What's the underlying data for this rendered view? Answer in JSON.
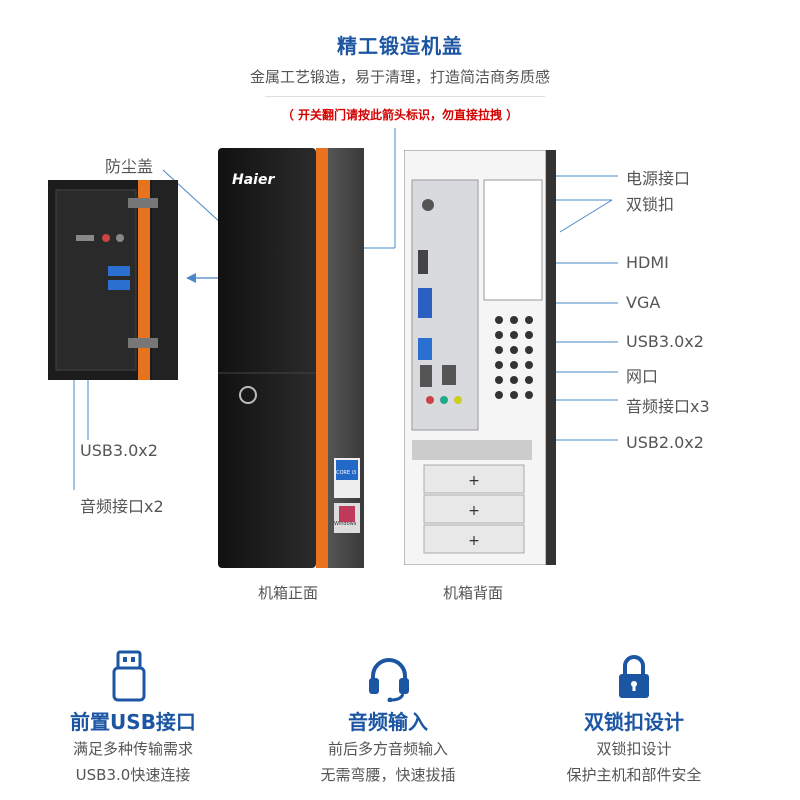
{
  "header": {
    "title": "精工锻造机盖",
    "subtitle": "金属工艺锻造，易于清理，打造简洁商务质感",
    "warning": "（ 开关翻门请按此箭头标识，勿直接拉拽 ）"
  },
  "front": {
    "brand": "Haier",
    "caption": "机箱正面",
    "labels": {
      "dust_cover": "防尘盖",
      "usb": "USB3.0x2",
      "audio": "音频接口x2"
    },
    "badges": {
      "intel": "CORE i3",
      "windows": "Windows"
    }
  },
  "rear": {
    "caption": "机箱背面",
    "labels": {
      "power": "电源接口",
      "lock": "双锁扣",
      "hdmi": "HDMI",
      "vga": "VGA",
      "usb3": "USB3.0x2",
      "lan": "网口",
      "audio": "音频接口x3",
      "usb2": "USB2.0x2"
    }
  },
  "features": [
    {
      "icon": "usb-icon",
      "title": "前置USB接口",
      "line1": "满足多种传输需求",
      "line2": "USB3.0快速连接"
    },
    {
      "icon": "headset-icon",
      "title": "音频输入",
      "line1": "前后多方音频输入",
      "line2": "无需弯腰，快速拔插"
    },
    {
      "icon": "lock-icon",
      "title": "双锁扣设计",
      "line1": "双锁扣设计",
      "line2": "保护主机和部件安全"
    }
  ],
  "colors": {
    "accent_blue": "#1c56a3",
    "warning_red": "#d40000",
    "orange_trim": "#e8731f"
  }
}
